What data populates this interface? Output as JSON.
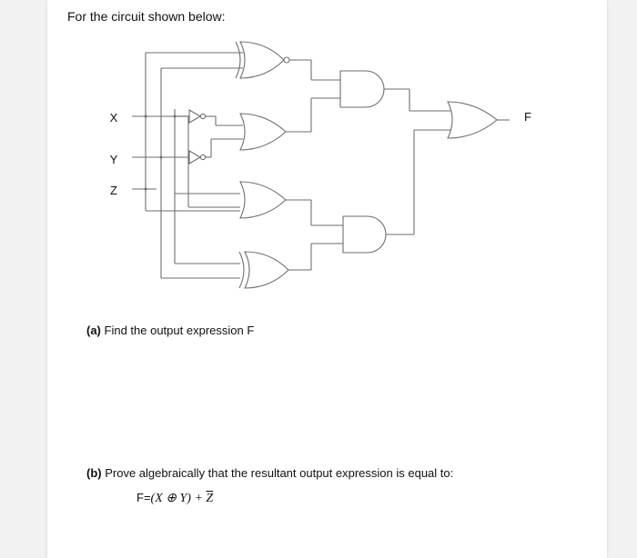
{
  "title": "For the circuit shown below:",
  "circuit": {
    "inputs": [
      "X",
      "Y",
      "Z"
    ],
    "output": "F"
  },
  "question_a": {
    "label": "(a)",
    "text": "Find the output expression F"
  },
  "question_b": {
    "label": "(b)",
    "text": "Prove algebraically that the resultant output expression is equal to:"
  },
  "formula": {
    "lhs": "F=",
    "expr": "(X ⊕ Y) + ",
    "z": "Z"
  }
}
